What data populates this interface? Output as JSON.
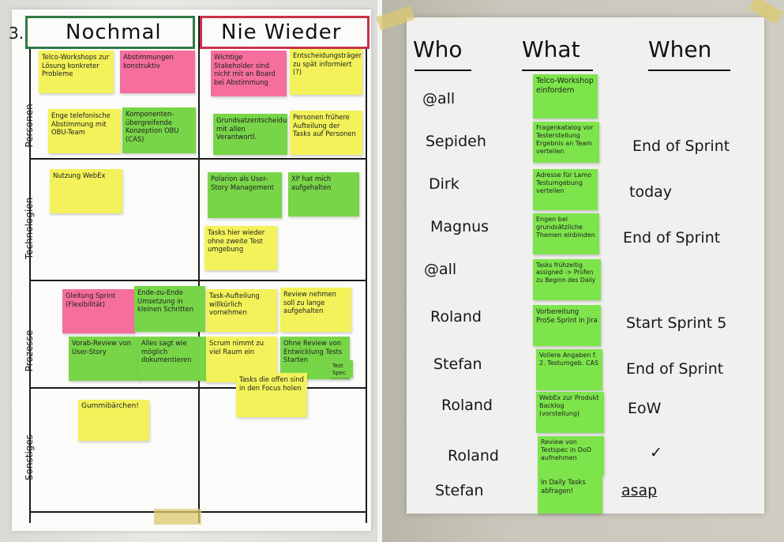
{
  "left_board": {
    "number": "3.",
    "headers": {
      "again": "Nochmal",
      "never_again": "Nie Wieder"
    },
    "row_labels": [
      "Personen",
      "Technologien",
      "Prozesse",
      "Sonstiges"
    ],
    "notes": [
      "Telco-Workshops zur Lösung konkreter Probleme",
      "Abstimmungen konstruktiv",
      "Wichtige Stakeholder sind nicht mit an Board bei Abstimmung",
      "Entscheidungsträger zu spät informiert (?)",
      "Enge telefonische Abstimmung mit OBU-Team",
      "Komponenten-übergreifende Konzeption OBU (CAS)",
      "Grundsatzentscheidungen mit allen Verantwortl.",
      "Personen frühere Aufteilung der Tasks auf Personen",
      "Nutzung WebEx",
      "Polarion als User-Story Management",
      "XP hat mich aufgehalten",
      "Tasks hier wieder ohne zweite Test umgebung",
      "Gleitung Sprint (Flexibilität)",
      "Ende-zu-Ende Umsetzung in kleinen Schritten",
      "Task-Aufteilung willkürlich vornehmen",
      "Review nehmen soll zu lange aufgehalten",
      "Vorab-Review von User-Story",
      "Alles sagt wie möglich dokumentieren",
      "Scrum nimmt zu viel Raum ein",
      "Ohne Review von Entwicklung Tests Starten",
      "Test Spec",
      "Tasks die offen sind in den Focus holen",
      "Gummibärchen!"
    ]
  },
  "right_board": {
    "headers": {
      "who": "Who",
      "what": "What",
      "when": "When"
    },
    "rows": [
      {
        "who": "@all",
        "what": "Telco-Workshop einfordern",
        "when": ""
      },
      {
        "who": "Sepideh",
        "what": "Fragenkatalog vor Testerstellung Ergebnis an Team verteilen",
        "when": "End of Sprint"
      },
      {
        "who": "Dirk",
        "what": "Adresse für Lamo Testumgebung verteilen",
        "when": "today"
      },
      {
        "who": "Magnus",
        "what": "Engen bei grundsätzliche Themen einbinden",
        "when": "End of Sprint"
      },
      {
        "who": "@all",
        "what": "Tasks frühzeitig assigned -> Prüfen zu Beginn des Daily",
        "when": ""
      },
      {
        "who": "Roland",
        "what": "Vorbereitung ProSe Sprint in Jira",
        "when": "Start Sprint 5"
      },
      {
        "who": "Stefan",
        "what": "Vollere Angaben f. 2. Testumgeb. CAS",
        "when": "End of Sprint"
      },
      {
        "who": "Roland",
        "what": "WebEx zur Produkt Backlog (vorstellung)",
        "when": "EoW"
      },
      {
        "who": "Roland",
        "what": "Review von Testspec in DoD aufnehmen",
        "when": "✓"
      },
      {
        "who": "Stefan",
        "what": "In Daily Tasks abfragen!",
        "when": "asap"
      }
    ]
  },
  "colors": {
    "yellow_note": "#f3f25a",
    "pink_note": "#f56e9d",
    "green_note": "#78d548",
    "header_green": "#2f7a42",
    "header_red": "#c8324a"
  }
}
